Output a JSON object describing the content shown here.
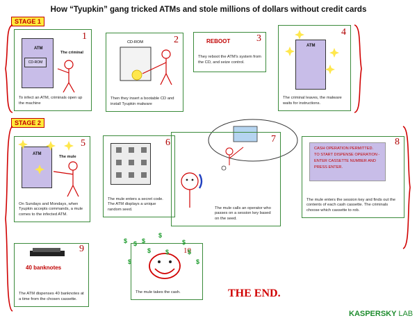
{
  "title": "How “Tyupkin” gang tricked ATMs and stole millions of dollars without credit cards",
  "stages": {
    "stage1": "STAGE 1",
    "stage2": "STAGE 2"
  },
  "panels": [
    {
      "num": "1",
      "atm_label": "ATM",
      "cdrom_label": "CD-ROM",
      "figure_label": "The criminal",
      "caption": "To infect an ATM, criminals open up the machine"
    },
    {
      "num": "2",
      "cdrom_label": "CD-ROM",
      "caption": "Then they insert a bootable CD and install Tyupkin malware"
    },
    {
      "num": "3",
      "heading": "REBOOT",
      "caption": "They reboot the ATM's system from the CD, and seize control."
    },
    {
      "num": "4",
      "atm_label": "ATM",
      "caption": "The criminal leaves, the malware waits for instructions."
    },
    {
      "num": "5",
      "atm_label": "ATM",
      "figure_label": "The mule",
      "caption": "On Sundays and Mondays, when Tyupkin accepts commands, a mule comes to the infected ATM."
    },
    {
      "num": "6",
      "caption": "The mule enters a secret code. The ATM displays a unique random seed."
    },
    {
      "num": "7",
      "caption": "The mule calls an operator who passes on a session key based on the seed."
    },
    {
      "num": "8",
      "screen_lines": [
        "CASH OPERATION PERMITTED.",
        "TO START DISPENSE OPERATION -",
        "ENTER CASSETTE NUMBER AND",
        "PRESS ENTER."
      ],
      "caption": "The mule enters the session key and finds out the contents of each cash cassette. The criminals choose which cassette to rob."
    },
    {
      "num": "9",
      "banknotes_label": "40 banknotes",
      "caption": "The ATM dispenses 40 banknotes at a time from the chosen cassette."
    },
    {
      "num": "10",
      "caption": "The mule takes the cash."
    }
  ],
  "dollar_sign": "$",
  "the_end": "THE END.",
  "brand": {
    "name": "KASPERSKY",
    "lab": "LAB",
    "color": "#1e8c2e"
  },
  "colors": {
    "stage_red": "#c00000",
    "stage_fill": "#ffeb3b",
    "panel_border": "#3a8a3a",
    "atm_fill": "#c8bde8",
    "star": "#ffe74d"
  }
}
